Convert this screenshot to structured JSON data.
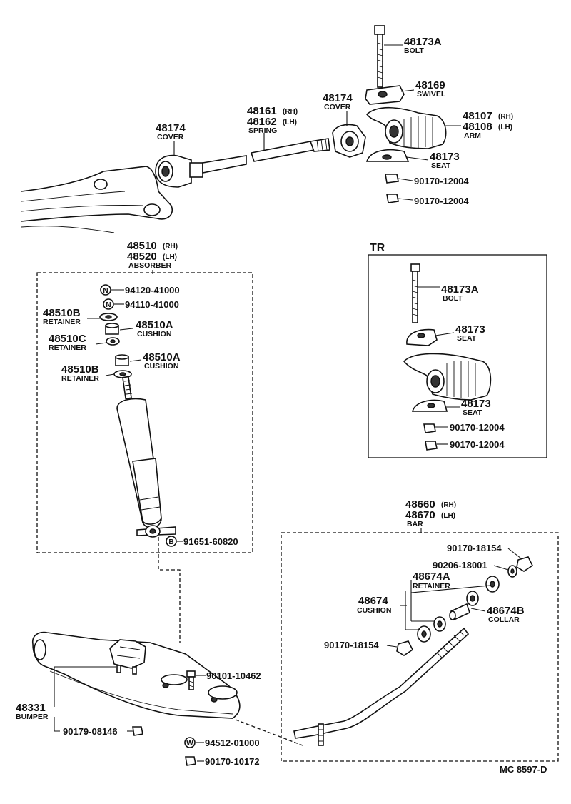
{
  "parts": {
    "bolt_48173a": {
      "number": "48173A",
      "name": "BOLT"
    },
    "swivel": {
      "number": "48169",
      "name": "SWIVEL"
    },
    "cover_upper": {
      "number": "48174",
      "name": "COVER"
    },
    "cover_left": {
      "number": "48174",
      "name": "COVER"
    },
    "spring": {
      "number_rh": "48161",
      "number_lh": "48162",
      "suffix_rh": "(RH)",
      "suffix_lh": "(LH)",
      "name": "SPRING"
    },
    "arm": {
      "number_rh": "48107",
      "number_lh": "48108",
      "suffix_rh": "(RH)",
      "suffix_lh": "(LH)",
      "name": "ARM"
    },
    "seat": {
      "number": "48173",
      "name": "SEAT"
    },
    "nut_a": "90170-12004",
    "nut_b": "90170-12004",
    "absorber": {
      "number_rh": "48510",
      "number_lh": "48520",
      "suffix_rh": "(RH)",
      "suffix_lh": "(LH)",
      "name": "ABSORBER"
    },
    "nut_94120": "94120-41000",
    "nut_94110": "94110-41000",
    "retainer_b_top": {
      "number": "48510B",
      "name": "RETAINER"
    },
    "cushion_a_top": {
      "number": "48510A",
      "name": "CUSHION"
    },
    "retainer_c": {
      "number": "48510C",
      "name": "RETAINER"
    },
    "cushion_a_bottom": {
      "number": "48510A",
      "name": "CUSHION"
    },
    "retainer_b_bottom": {
      "number": "48510B",
      "name": "RETAINER"
    },
    "bolt_91651": "91651-60820",
    "bar": {
      "number_rh": "48660",
      "number_lh": "48670",
      "suffix_rh": "(RH)",
      "suffix_lh": "(LH)",
      "name": "BAR"
    },
    "nut_18154_top": "90170-18154",
    "washer_18001": "90206-18001",
    "retainer_48674a": {
      "number": "48674A",
      "name": "RETAINER"
    },
    "cushion_48674": {
      "number": "48674",
      "name": "CUSHION"
    },
    "collar_48674b": {
      "number": "48674B",
      "name": "COLLAR"
    },
    "nut_18154_bottom": "90170-18154",
    "bolt_10462": "90101-10462",
    "bumper": {
      "number": "48331",
      "name": "BUMPER"
    },
    "washer_01000": "94512-01000",
    "nut_08146": "90179-08146",
    "nut_10172": "90170-10172"
  },
  "tr_box": {
    "label": "TR",
    "bolt": {
      "number": "48173A",
      "name": "BOLT"
    },
    "seat_upper": {
      "number": "48173",
      "name": "SEAT"
    },
    "seat_lower": {
      "number": "48173",
      "name": "SEAT"
    },
    "nut_a": "90170-12004",
    "nut_b": "90170-12004"
  },
  "badges": {
    "n": "N",
    "b": "B",
    "w": "W"
  },
  "figure_code": "MC 8597-D"
}
